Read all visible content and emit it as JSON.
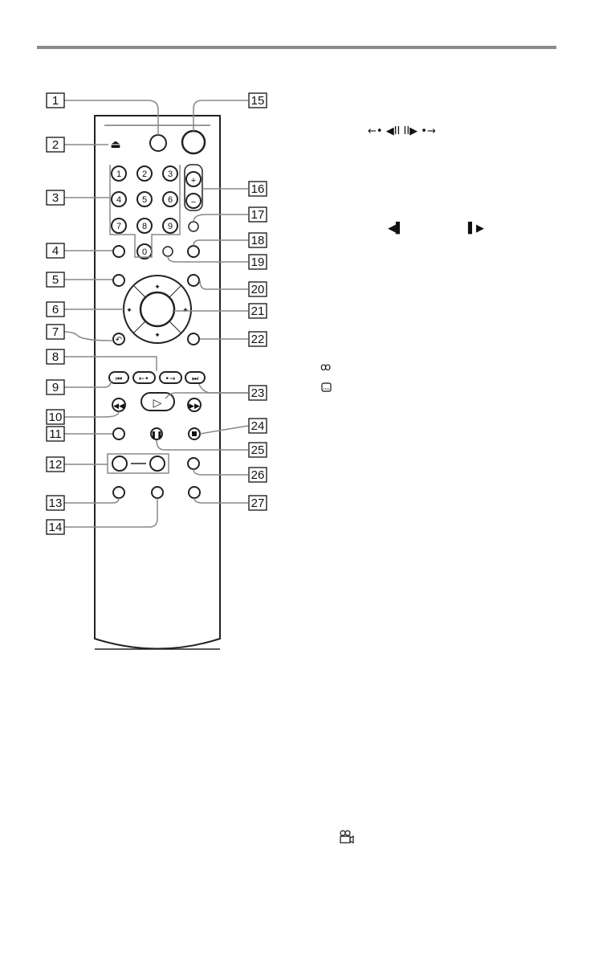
{
  "callouts": [
    {
      "n": "1"
    },
    {
      "n": "2"
    },
    {
      "n": "3"
    },
    {
      "n": "4"
    },
    {
      "n": "5"
    },
    {
      "n": "6"
    },
    {
      "n": "7"
    },
    {
      "n": "8"
    },
    {
      "n": "9"
    },
    {
      "n": "10"
    },
    {
      "n": "11"
    },
    {
      "n": "12"
    },
    {
      "n": "13"
    },
    {
      "n": "14"
    },
    {
      "n": "15"
    },
    {
      "n": "16"
    },
    {
      "n": "17"
    },
    {
      "n": "18"
    },
    {
      "n": "19"
    },
    {
      "n": "20"
    },
    {
      "n": "21"
    },
    {
      "n": "22"
    },
    {
      "n": "23"
    },
    {
      "n": "24"
    },
    {
      "n": "25"
    },
    {
      "n": "26"
    },
    {
      "n": "27"
    }
  ],
  "keypad": [
    "1",
    "2",
    "3",
    "4",
    "5",
    "6",
    "7",
    "8",
    "9",
    "0"
  ],
  "vol": {
    "plus": "+",
    "minus": "−"
  },
  "right_symbols": {
    "replay_slow_row": "←• ◀II  II▶ •→",
    "step_row_left": "◀▌",
    "step_row_right": "▌▶",
    "audio_icon": "ꝏ",
    "subtitle_icon": "⊡",
    "angle_icon": "🎥"
  }
}
